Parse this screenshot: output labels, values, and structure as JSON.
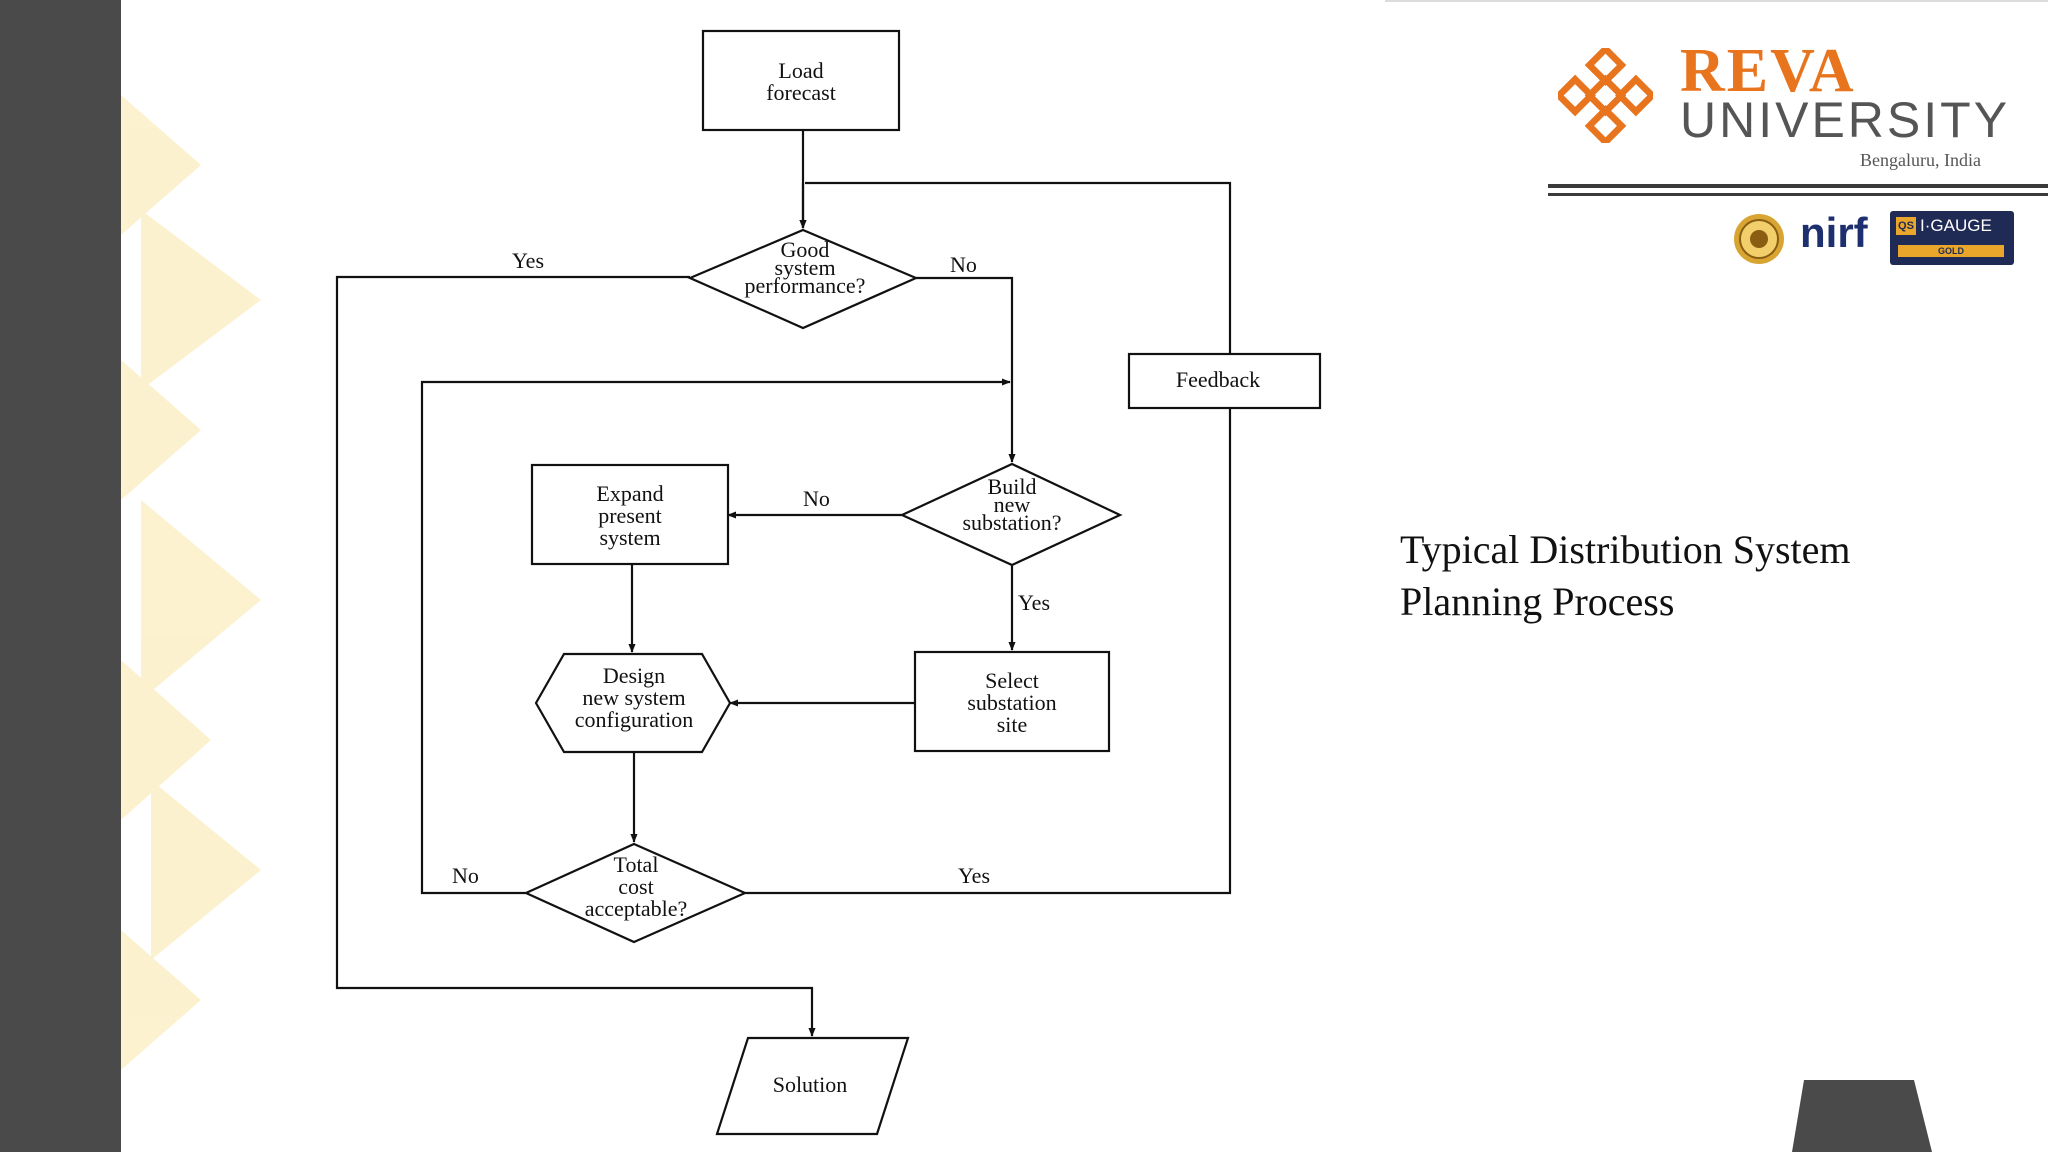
{
  "slide": {
    "caption_line1": "Typical Distribution System",
    "caption_line2": "Planning Process"
  },
  "branding": {
    "name": "REVA",
    "sub": "UNIVERSITY",
    "location": "Bengaluru, India",
    "badges": {
      "nirf": "nirf",
      "qs_mark": "QS",
      "qs_title": "I·GAUGE",
      "qs_rating": "GOLD"
    },
    "colors": {
      "orange": "#e8741e",
      "dark": "#4a4a4a"
    }
  },
  "flowchart": {
    "nodes": {
      "load_forecast": [
        "Load",
        "forecast"
      ],
      "good_performance": [
        "Good",
        "system",
        "performance?"
      ],
      "feedback": [
        "Feedback"
      ],
      "build_substation": [
        "Build",
        "new",
        "substation?"
      ],
      "expand_system": [
        "Expand",
        "present",
        "system"
      ],
      "design_config": [
        "Design",
        "new system",
        "configuration"
      ],
      "select_site": [
        "Select",
        "substation",
        "site"
      ],
      "total_cost": [
        "Total",
        "cost",
        "acceptable?"
      ],
      "solution": [
        "Solution"
      ]
    },
    "edge_labels": {
      "good_yes": "Yes",
      "good_no": "No",
      "build_no": "No",
      "build_yes": "Yes",
      "cost_no": "No",
      "cost_yes": "Yes"
    }
  }
}
